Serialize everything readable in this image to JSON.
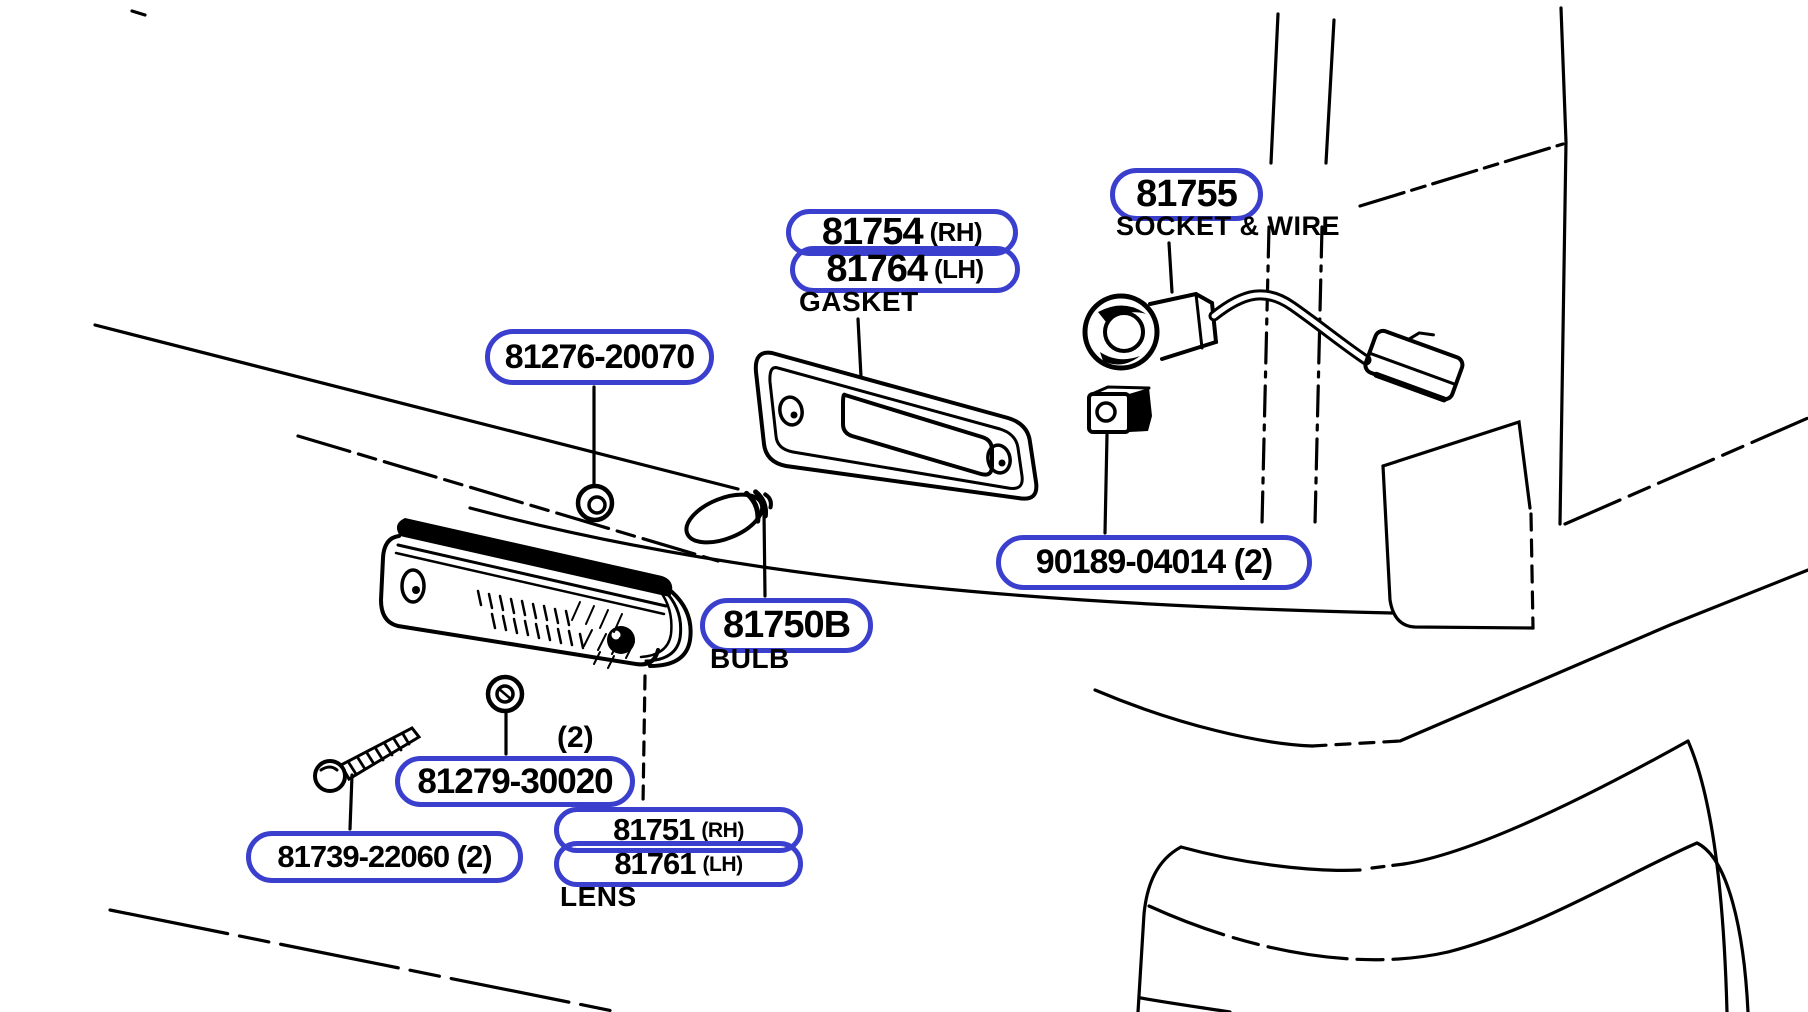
{
  "diagram": {
    "type": "parts-diagram",
    "subject": "side-marker-lamp-assembly",
    "colors": {
      "callout": "#3a3fce",
      "line": "#000000",
      "background": "#ffffff"
    },
    "callouts": {
      "gasket_rh": {
        "number": "81754",
        "qualifier": "(RH)"
      },
      "gasket_lh": {
        "number": "81764",
        "qualifier": "(LH)"
      },
      "socket_wire": {
        "number": "81755"
      },
      "grommet": {
        "number": "81276-20070"
      },
      "clip": {
        "number": "90189-04014 (2)"
      },
      "bulb": {
        "number": "81750B"
      },
      "nut": {
        "number": "81279-30020",
        "quantity": "(2)"
      },
      "screw": {
        "number": "81739-22060 (2)"
      },
      "lens_rh": {
        "number": "81751",
        "qualifier": "(RH)"
      },
      "lens_lh": {
        "number": "81761",
        "qualifier": "(LH)"
      }
    },
    "captions": {
      "gasket": "GASKET",
      "socket_wire": "SOCKET & WIRE",
      "bulb": "BULB",
      "lens": "LENS"
    }
  }
}
